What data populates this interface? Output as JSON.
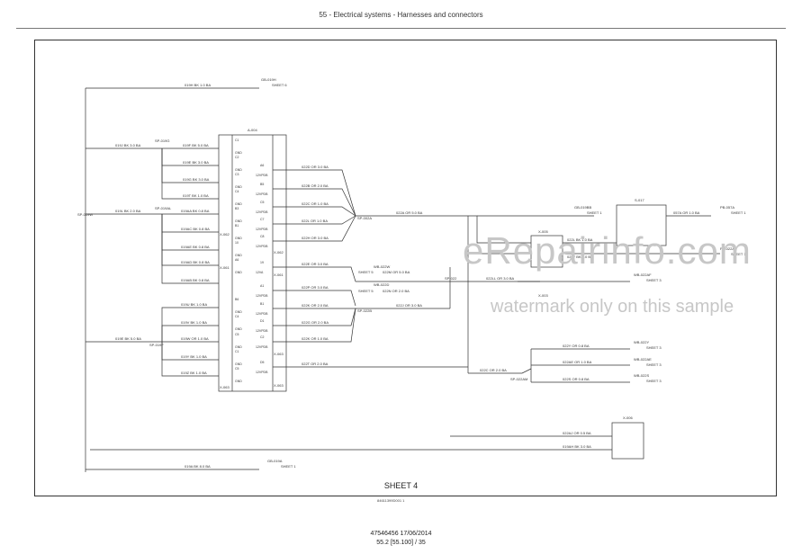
{
  "header": {
    "title": "55 - Electrical systems - Harnesses and connectors"
  },
  "connectors": {
    "main_module": "A-004",
    "x062_top": "X-062",
    "x062_right": "X-062",
    "x061_left": "X-061",
    "x061_right": "X-061",
    "x063_left": "X-063",
    "x063_right": "X-063",
    "x063_bottom": "X-063",
    "x003": "X-003",
    "x005": "X-005",
    "x006": "X-006",
    "s017": "S-017",
    "bk": "BK"
  },
  "pins": [
    {
      "pin": "C1",
      "func": "GND"
    },
    {
      "pin": "C2",
      "func": "GND"
    },
    {
      "pin": "C3",
      "func": "GND"
    },
    {
      "pin": "C4",
      "func": "GND"
    },
    {
      "pin": "B3",
      "func": "GND"
    },
    {
      "pin": "B1",
      "func": "GND"
    },
    {
      "pin": "10",
      "func": "GND"
    },
    {
      "pin": "A6",
      "func": "GND"
    },
    {
      "pin": "B6",
      "func": "GND"
    },
    {
      "pin": "C4",
      "func": "GND"
    },
    {
      "pin": "C5",
      "func": "GND"
    },
    {
      "pin": "C1",
      "func": "GND"
    },
    {
      "pin": "C5",
      "func": "GND"
    }
  ],
  "right_pins": [
    {
      "pin": "A6",
      "func": "12VPDB"
    },
    {
      "pin": "B5",
      "func": "12VPDB"
    },
    {
      "pin": "C5",
      "func": "12VPDB"
    },
    {
      "pin": "C7",
      "func": "12VPDB"
    },
    {
      "pin": "C8",
      "func": "12VPDB"
    },
    {
      "pin": "19",
      "func": "12VA"
    },
    {
      "pin": "A1",
      "func": "12VPDB"
    },
    {
      "pin": "B1",
      "func": "12VPDB"
    },
    {
      "pin": "D1",
      "func": "12VPDB"
    },
    {
      "pin": "C2",
      "func": "12VPDB"
    },
    {
      "pin": "D5",
      "func": "12VPDB"
    }
  ],
  "splices": {
    "sp_left": "SP-019W",
    "sp_01bg": "SP-019G",
    "sp_01al": "SP-019AL",
    "sp_019f": "SP-019F",
    "sp_002a": "SP-002A",
    "sp_022b": "SP-022B",
    "sp_022": "SP-022",
    "sp_022am": "SP-022AM"
  },
  "wires": {
    "top": "019H BK 1.0 BA",
    "w1": "019J BK 3.0 BA",
    "w2": "019F BK 5.0 BA",
    "w3": "019E BK 3.0 BA",
    "w4": "019G BK 3.0 BA",
    "w5": "019T BK 1.0 BA",
    "w6": "019AA BK 0.8 BA",
    "w7": "019AC BK 0.8 BA",
    "w8": "019AE BK 0.8 BA",
    "w9": "019AD BK 0.8 BA",
    "w10": "019AB BK 0.8 BA",
    "w11": "019L BK 2.0 BA",
    "w12": "019U BK 1.0 BA",
    "w13": "019V BK 1.0 BA",
    "w14": "019W OR 1.0 BA",
    "w15": "019Y BK 1.0 BA",
    "w16": "019Z BK 1.0 BA",
    "w17": "019E BK 5.0 BA",
    "bottom": "019A BK 8.0 BA",
    "r1": "022D OR 3.0 BA",
    "r2": "022B OR 2.0 BA",
    "r3": "022C OR 1.0 BA",
    "r4": "022L OR 1.0 BA",
    "r5": "022H OR 3.0 BA",
    "r_bus": "022A OR 5.0 BA",
    "r6": "022E OR 3.0 BA",
    "r7": "022M OR 5.0 BA",
    "r8": "022N OR 2.0 BA",
    "r9": "022P OR 3.0 BA",
    "r10": "022K OR 2.0 BA",
    "r11": "022G OR 2.0 BA",
    "r12": "022J OR 3.0 BA",
    "r13": "022K OR 1.0 BA",
    "mid": "022T OR 2.0 BA",
    "s1": "022LL OR 3.0 BA",
    "s2": "022L BK 1.0 BA",
    "s3": "022F BK 1.0 BA",
    "s4": "057A OR 1.0 BA",
    "lo1": "022C OR 2.0 BA",
    "lo2": "022Y OR 0.8 BA",
    "lo3": "022AE OR 1.0 BA",
    "lo4": "022S OR 0.8 BA",
    "lo5": "022AJ OR 0.5 BA",
    "lo6": "019AH BK 3.0 BA"
  },
  "refs": {
    "t_top": "GB-019H",
    "sheet6": "SHEET 6",
    "t_022w": "SHEET 5",
    "t_022w_id": "WB-022W",
    "t_022d": "SHEET 5",
    "t_022d_id": "WB-022D",
    "t_019bb": "GB-019BB",
    "sheet1a": "SHEET 1",
    "t_057a": "PB-057A",
    "sheet1b": "SHEET 1",
    "t_022af": "PB-022AF",
    "sheet1c": "SHEET 1",
    "t_022af2": "WB-022AF",
    "sheet3a": "SHEET 3",
    "t_022y": "WB-022Y",
    "sheet3b": "SHEET 3",
    "t_022ae": "WB-022AE",
    "sheet3c": "SHEET 3",
    "t_022s": "WB-022S",
    "sheet3d": "SHEET 3",
    "t_019a": "GB-019A",
    "sheet1d": "SHEET 1"
  },
  "sheet_label": "SHEET 4",
  "doc_ref": "84611399D001   1",
  "footer": {
    "date": "47546456 17/06/2014",
    "page": "55.2 [55.100] / 35"
  },
  "watermark": {
    "big": "eRepairinfo.com",
    "small": "watermark only on this sample"
  },
  "colors": {
    "line": "#333333",
    "watermark": "#c7c7c7"
  }
}
